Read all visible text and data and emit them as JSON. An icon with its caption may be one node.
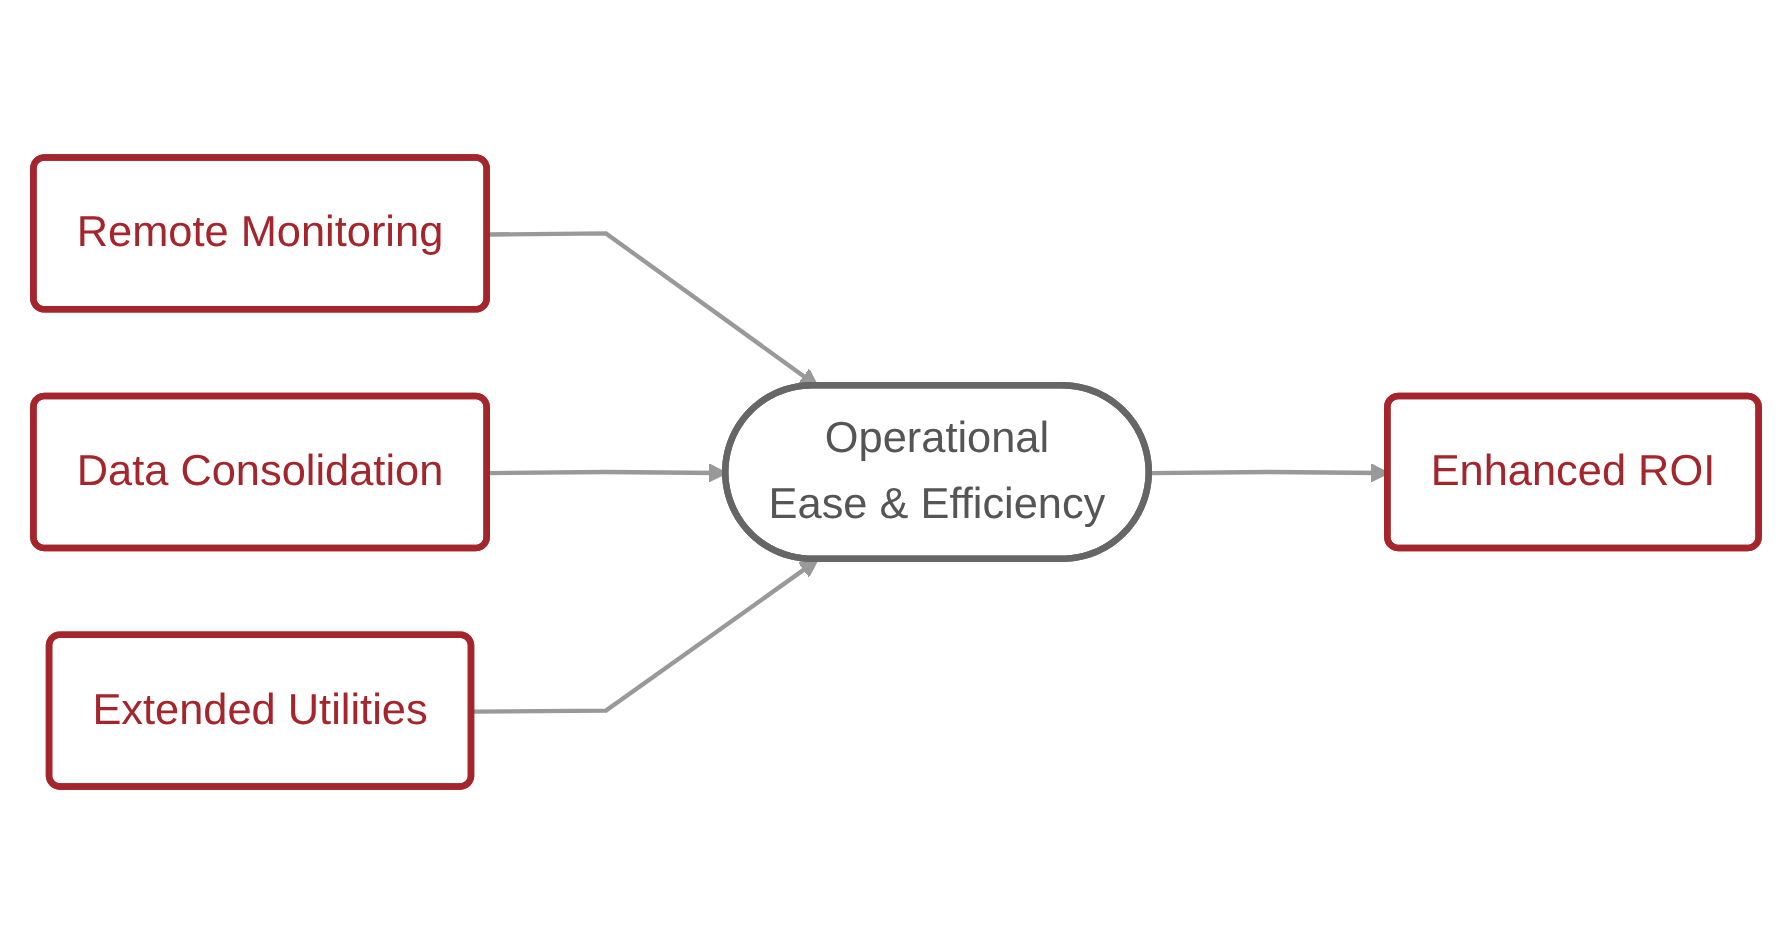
{
  "diagram": {
    "nodes": [
      {
        "text": [
          "Remote Monitoring"
        ]
      },
      {
        "text": [
          "Data Consolidation"
        ]
      },
      {
        "text": [
          "Extended Utilities"
        ]
      },
      {
        "text": [
          "Operational",
          "Ease & Efficiency"
        ]
      },
      {
        "text": [
          "Enhanced ROI"
        ]
      }
    ],
    "edges": [
      {
        "from": 0,
        "to": 3,
        "arrow": "to"
      },
      {
        "from": 1,
        "to": 3,
        "arrow": "to"
      },
      {
        "from": 2,
        "to": 3,
        "arrow": "to"
      },
      {
        "from": 3,
        "to": 4,
        "arrow": "to"
      }
    ]
  }
}
